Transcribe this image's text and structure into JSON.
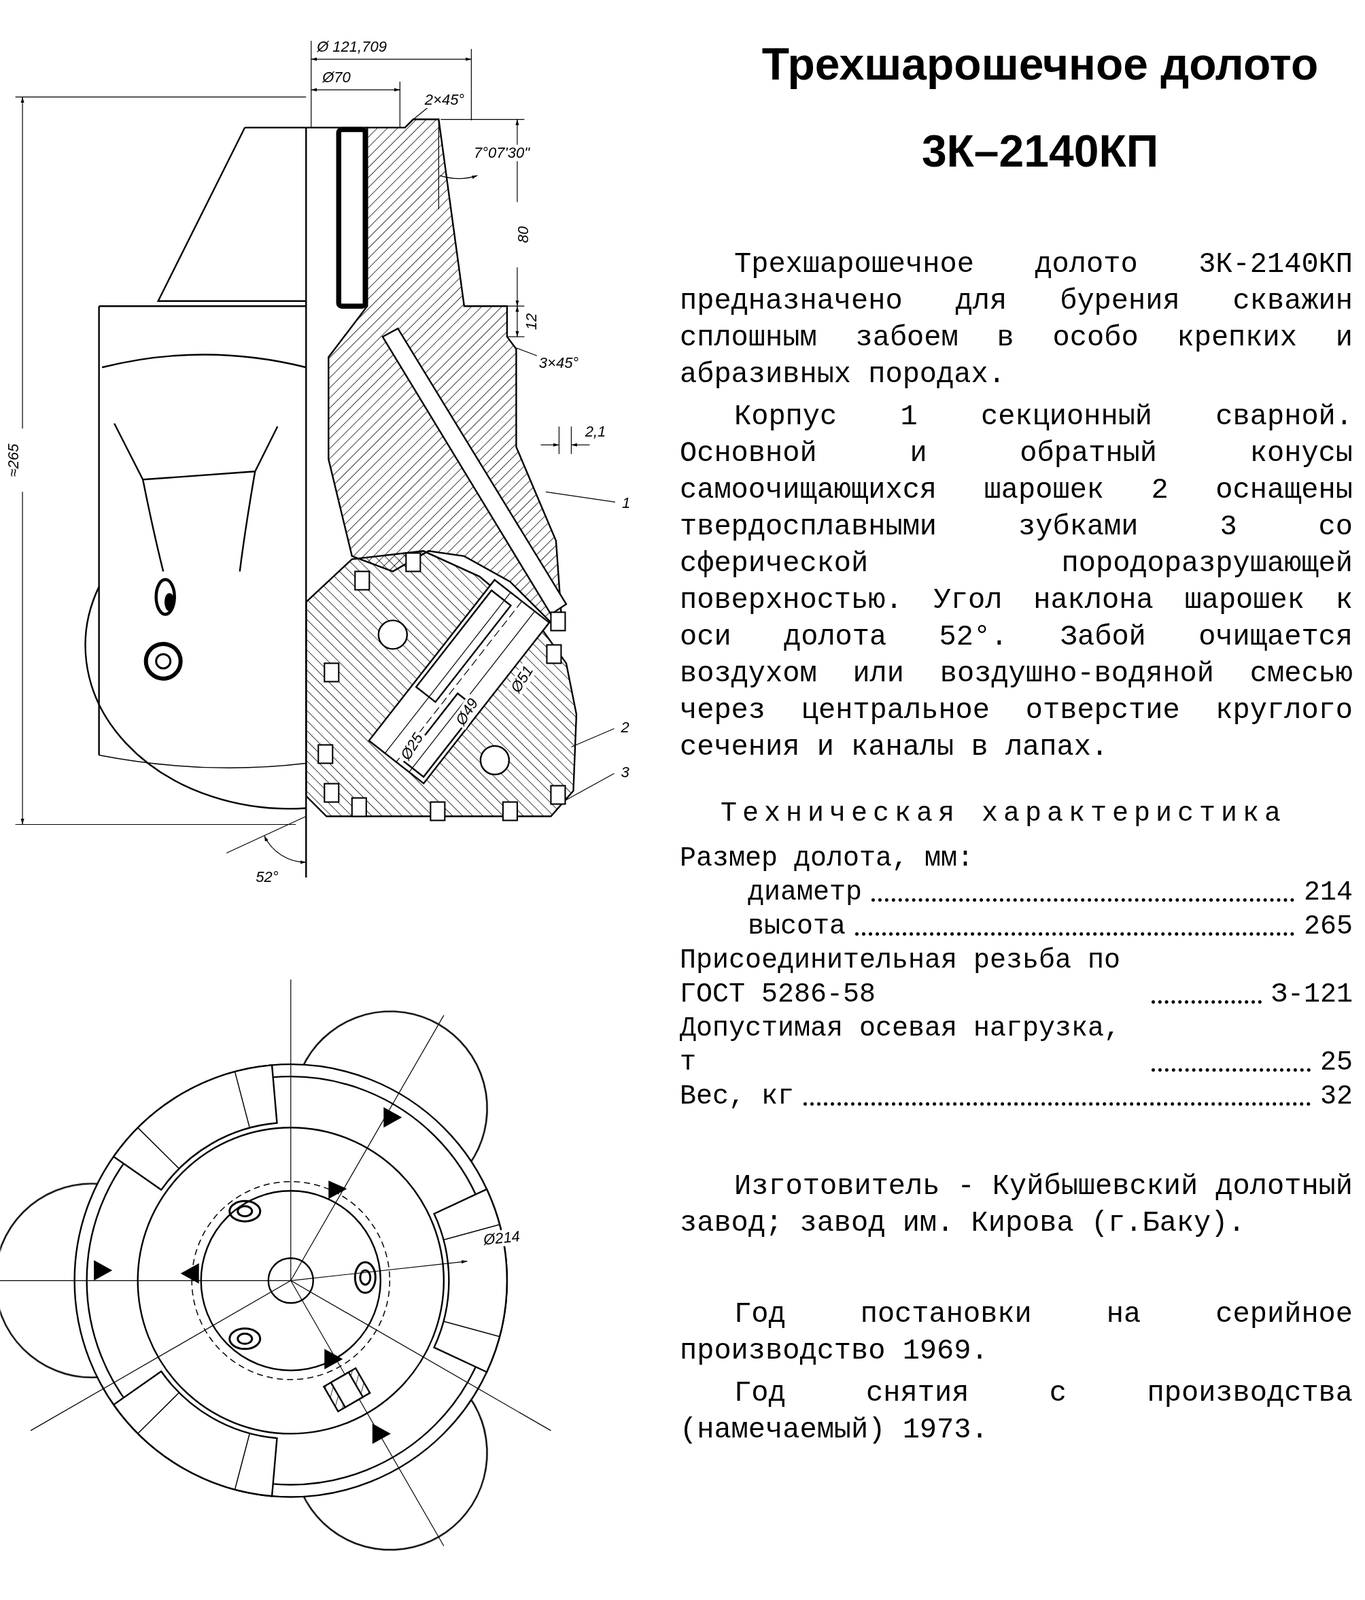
{
  "diagram": {
    "title": "Трехшарошечное долото 3К–2140КП",
    "labels": [
      "Ø 121,709",
      "Ø70",
      "2×45°",
      "7°07'30\"",
      "80",
      "12",
      "3×45°",
      "2,1",
      "1",
      "≈265",
      "Ø51",
      "Ø49",
      "Ø25",
      "2",
      "3",
      "52°",
      "Ø214",
      "Трехшарошечное долото 3К-2140КП предназначено для бурения скважин сплошным забоем в особо крепких и абразивных породах.",
      "Корпус 1 секционный сварной. Основной и обратный конусы самоочищающихся шарошек 2 оснащены твердосплавными зубками 3 со сферической породоразрушающей поверхностью. Угол наклона шарошек к оси долота 52°. Забой очищается воздухом или воздушно-водяной смесью через центральное отверстие круглого сечения и каналы в лапах.",
      "Техническая характеристика",
      "Размер долота, мм:",
      "диаметр",
      "214",
      "высота",
      "265",
      "Присоединительная резьба по ГОСТ 5286-58",
      "З-121",
      "Допустимая осевая нагрузка, т",
      "25",
      "Вес, кг",
      "32",
      "Изготовитель - Куйбышевский долотный завод; завод им. Кирова (г.Баку).",
      "Год постановки на серийное производство 1969.",
      "Год снятия с производства (намечаемый) 1973."
    ]
  }
}
